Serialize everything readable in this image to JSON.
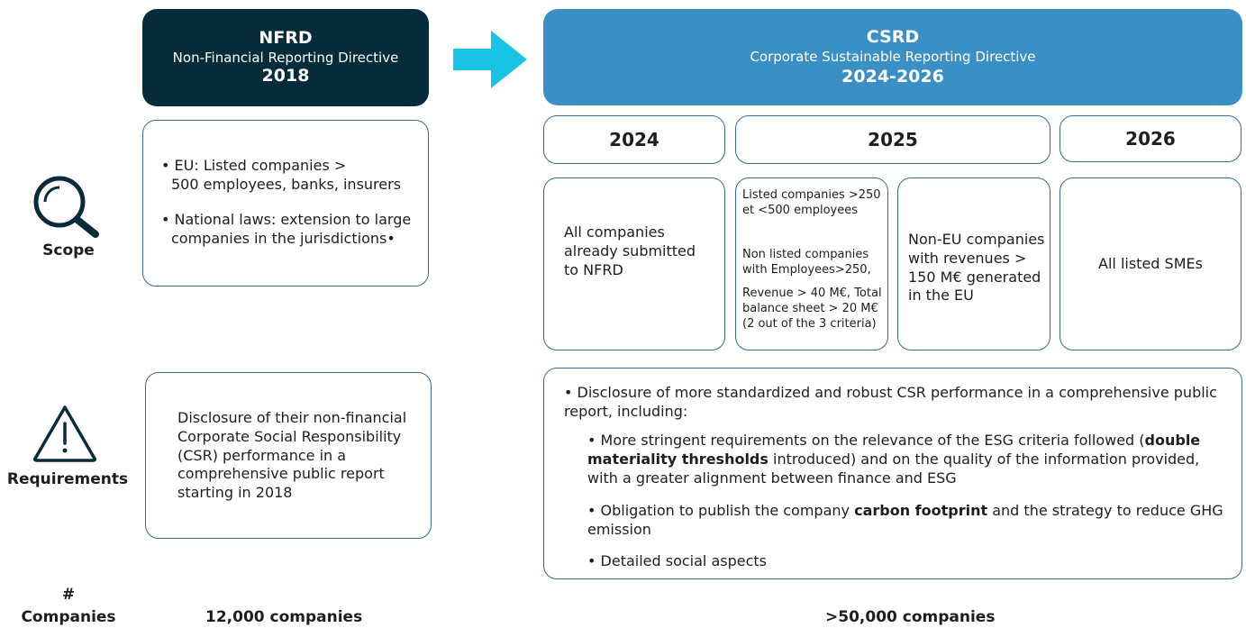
{
  "nfrd": {
    "title": "NFRD",
    "subtitle": "Non-Financial Reporting Directive",
    "year": "2018"
  },
  "csrd": {
    "title": "CSRD",
    "subtitle": "Corporate Sustainable Reporting Directive",
    "years": "2024-2026"
  },
  "year_headers": [
    "2024",
    "2025",
    "2026"
  ],
  "rows": {
    "scope": "Scope",
    "requirements": "Requirements",
    "companies_hash": "#",
    "companies": "Companies"
  },
  "nfrd_scope": {
    "bullet1_line1": "• EU: Listed companies >",
    "bullet1_line2": "500 employees, banks, insurers",
    "bullet2_line1": "• National laws: extension to large",
    "bullet2_line2": "companies in the jurisdictions•"
  },
  "csrd_scope": {
    "col2024": "All companies already submitted to NFRD",
    "col2025a_p1": "Listed companies >250 et <500 employees",
    "col2025a_p2": "Non listed companies with Employees>250,",
    "col2025a_p3": "Revenue > 40 M€, Total balance sheet > 20 M€ (2 out of the 3 criteria)",
    "col2025b": "Non-EU companies with revenues > 150 M€ generated in the EU",
    "col2026": "All listed SMEs"
  },
  "nfrd_requirements": "Disclosure of their non-financial Corporate Social Responsibility (CSR) performance in a comprehensive public report starting in 2018",
  "csrd_requirements": {
    "intro": "• Disclosure of more standardized and robust CSR performance in a comprehensive public report, including:",
    "b1_a": "• More stringent requirements on the relevance of the ESG criteria followed (",
    "b1_bold": "double materiality thresholds",
    "b1_b": " introduced) and on the quality of the information provided, with a greater alignment between finance and ESG",
    "b2_a": "• Obligation to publish the company ",
    "b2_bold": "carbon footprint",
    "b2_b": " and the strategy to reduce GHG emission",
    "b3": "• Detailed social aspects"
  },
  "counts": {
    "nfrd": "12,000 companies",
    "csrd": ">50,000 companies"
  },
  "colors": {
    "dark_header": "#062c3c",
    "blue_header": "#3a8fc5",
    "arrow": "#19c3e6",
    "border": "#2f6c97"
  },
  "icons": {
    "scope": "magnifier-icon",
    "requirements": "warning-icon",
    "transition": "right-arrow-icon"
  }
}
